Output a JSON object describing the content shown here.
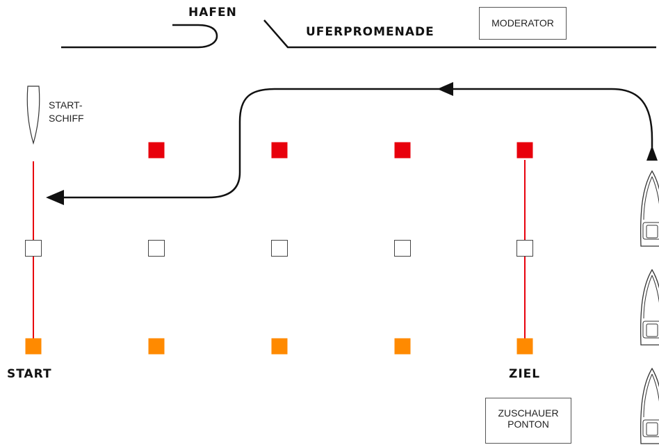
{
  "labels": {
    "hafen": "HAFEN",
    "uferpromenade": "UFERPROMENADE",
    "moderator": "MODERATOR",
    "startschiff_line1": "START-",
    "startschiff_line2": "SCHIFF",
    "start": "START",
    "ziel": "ZIEL",
    "zuschauer_line1": "ZUSCHAUER",
    "zuschauer_line2": "PONTON"
  },
  "buoys": {
    "rows": [
      {
        "color": "#e8000c",
        "cols": [
          2,
          3,
          4,
          5
        ]
      },
      {
        "color": "#ffffff",
        "cols": [
          1,
          2,
          3,
          4,
          5
        ]
      },
      {
        "color": "#ff8a00",
        "cols": [
          1,
          2,
          3,
          4,
          5
        ]
      }
    ]
  },
  "lines": {
    "start_line_color": "#e8000c",
    "finish_line_color": "#e8000c"
  },
  "boats": {
    "count": 3
  }
}
